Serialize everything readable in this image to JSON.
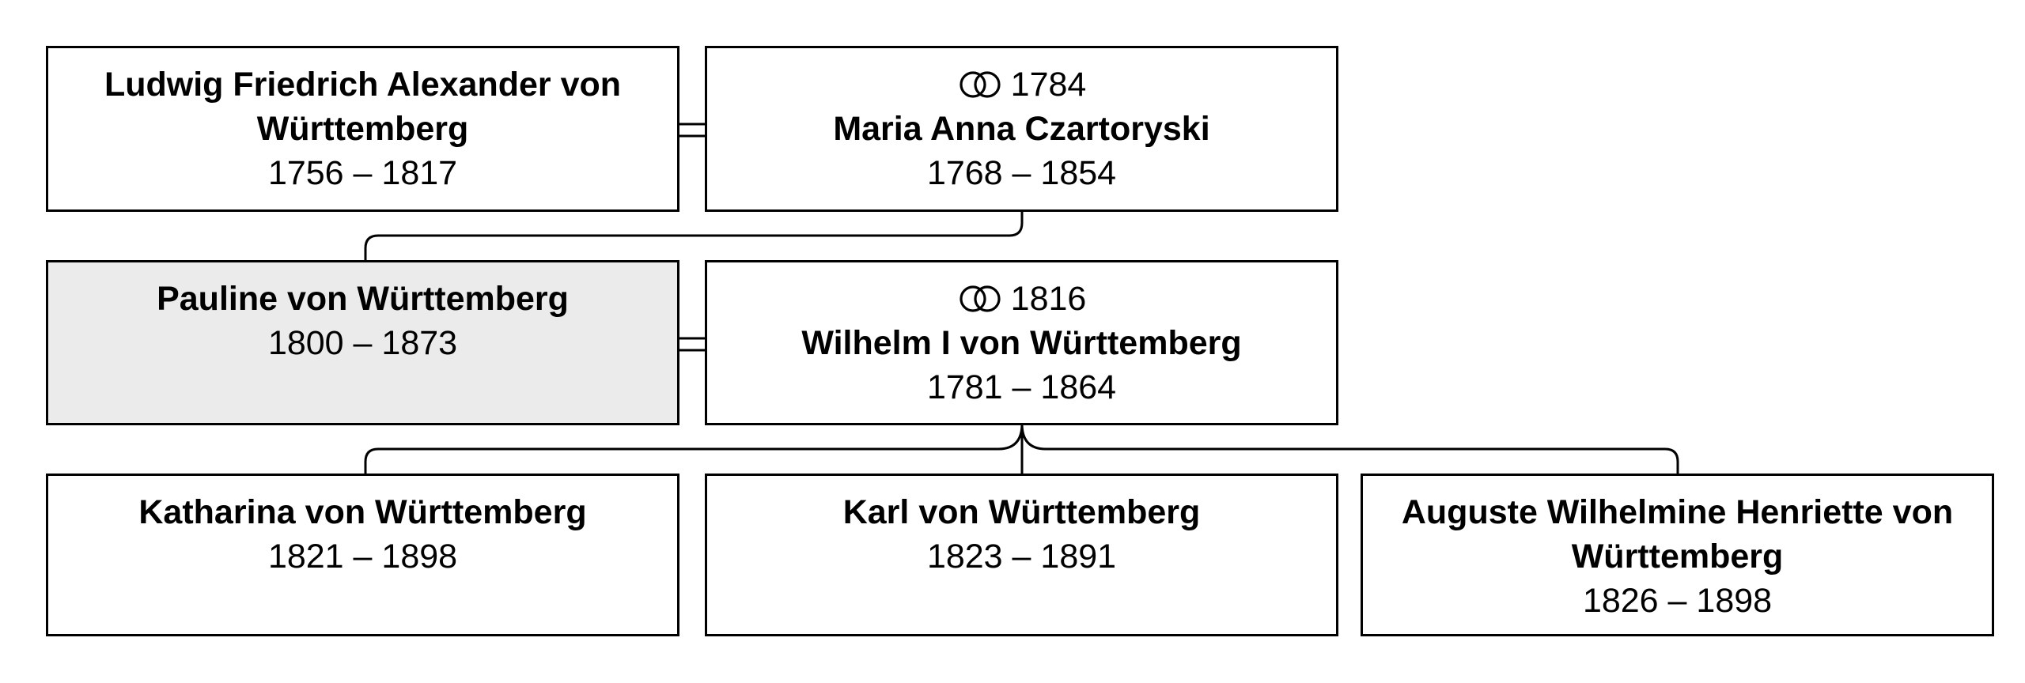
{
  "generations": {
    "parents": {
      "father": {
        "name": "Ludwig Friedrich Alexander von Württemberg",
        "years": "1756 – 1817"
      },
      "mother": {
        "marriage_year": "1784",
        "name": "Maria Anna Czartoryski",
        "years": "1768 – 1854"
      }
    },
    "focus": {
      "person": {
        "name": "Pauline von Württemberg",
        "years": "1800 – 1873"
      },
      "spouse": {
        "marriage_year": "1816",
        "name": "Wilhelm I von Württemberg",
        "years": "1781 – 1864"
      }
    },
    "children": [
      {
        "name": "Katharina von Württemberg",
        "years": "1821 – 1898"
      },
      {
        "name": "Karl von Württemberg",
        "years": "1823 – 1891"
      },
      {
        "name": "Auguste Wilhelmine Henriette von Württemberg",
        "years": "1826 – 1898"
      }
    ]
  },
  "icons": {
    "marriage": "interlocked-rings-icon"
  }
}
